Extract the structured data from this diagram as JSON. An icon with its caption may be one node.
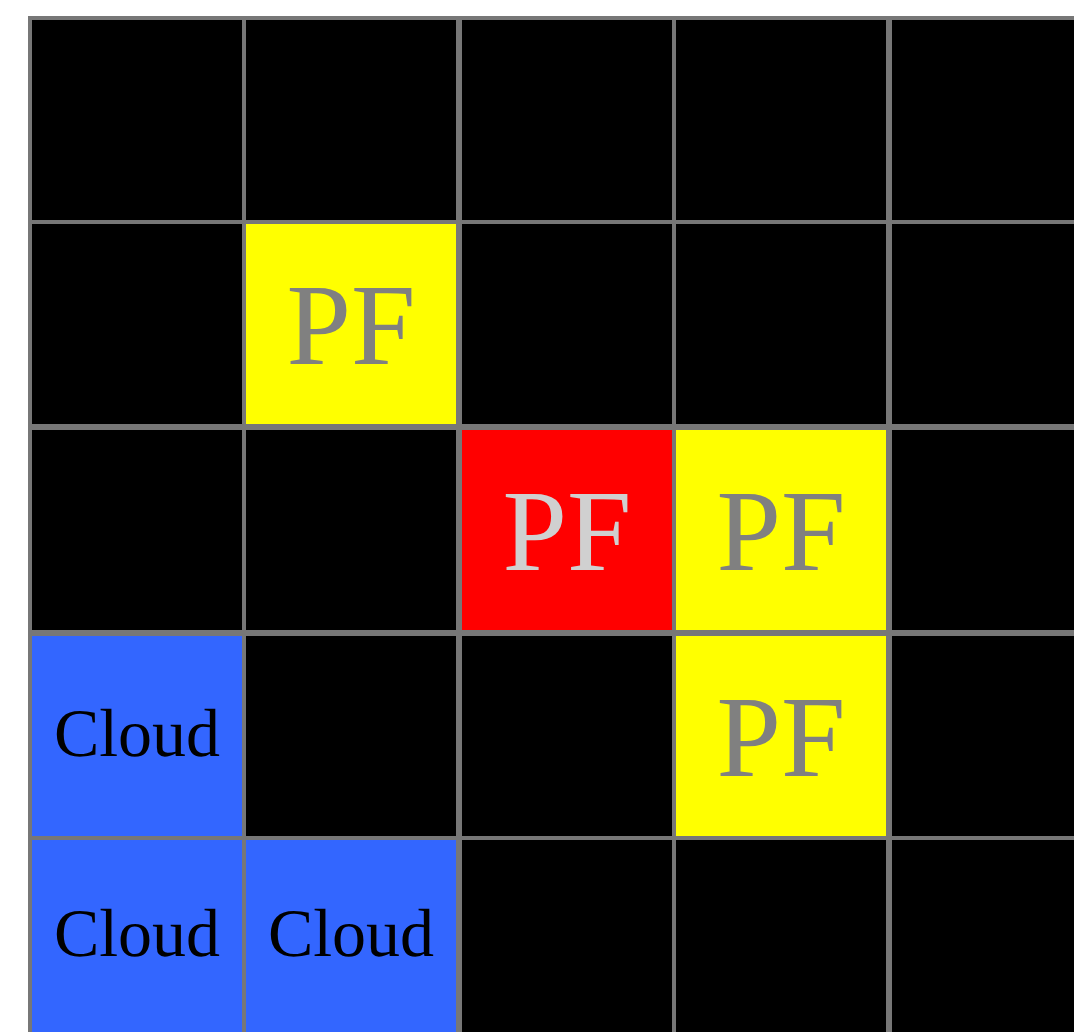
{
  "diagram": {
    "labels": [
      "PF",
      "PF",
      "PF",
      "Cloud",
      "PF",
      "Cloud",
      "Cloud"
    ]
  }
}
